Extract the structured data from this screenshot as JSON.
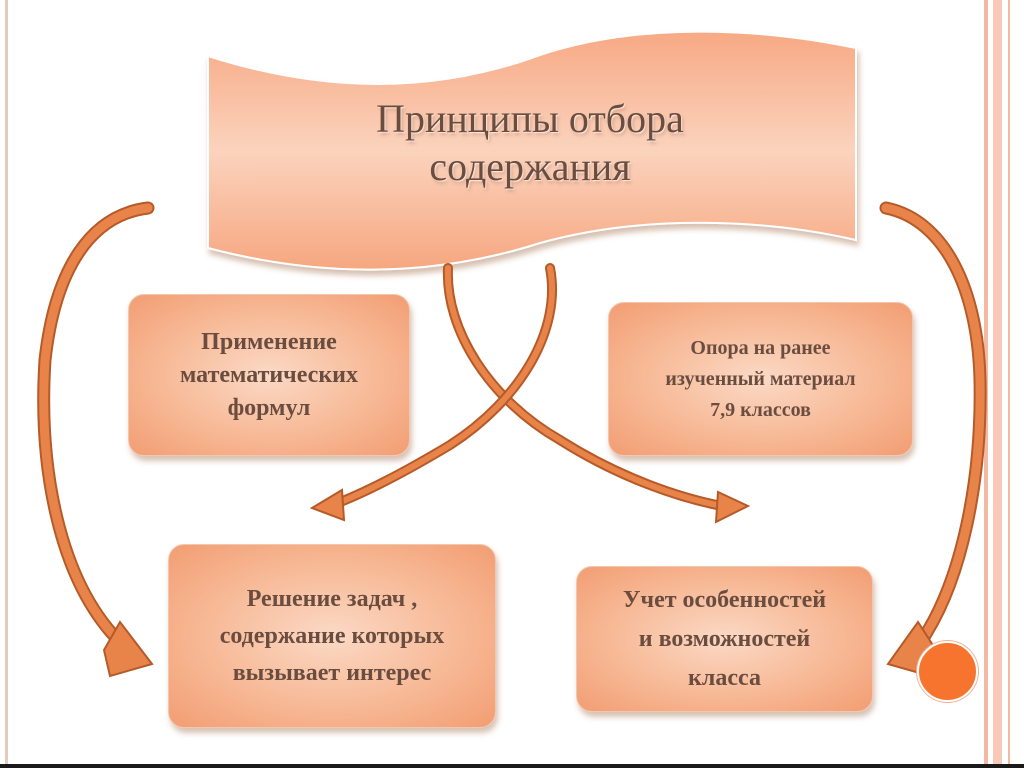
{
  "title": {
    "line1": "Принципы отбора",
    "line2": "содержания"
  },
  "boxes": {
    "math_formulas": {
      "lines": [
        "Применение",
        "математических",
        "формул"
      ]
    },
    "prior_material": {
      "lines": [
        "Опора на ранее",
        "изученный материал",
        "7,9 классов"
      ]
    },
    "interesting_tasks": {
      "lines": [
        "Решение задач ,",
        "содержание которых",
        "вызывает интерес"
      ]
    },
    "class_features": {
      "lines": [
        "Учет особенностей",
        "и возможностей",
        "класса"
      ]
    }
  },
  "colors": {
    "box_text": "#6b4d40",
    "arrow_fill": "#e8844a",
    "arrow_stroke": "#b55a28",
    "accent_orb": "#f7742e",
    "border_rule": "#f4b9a3"
  }
}
